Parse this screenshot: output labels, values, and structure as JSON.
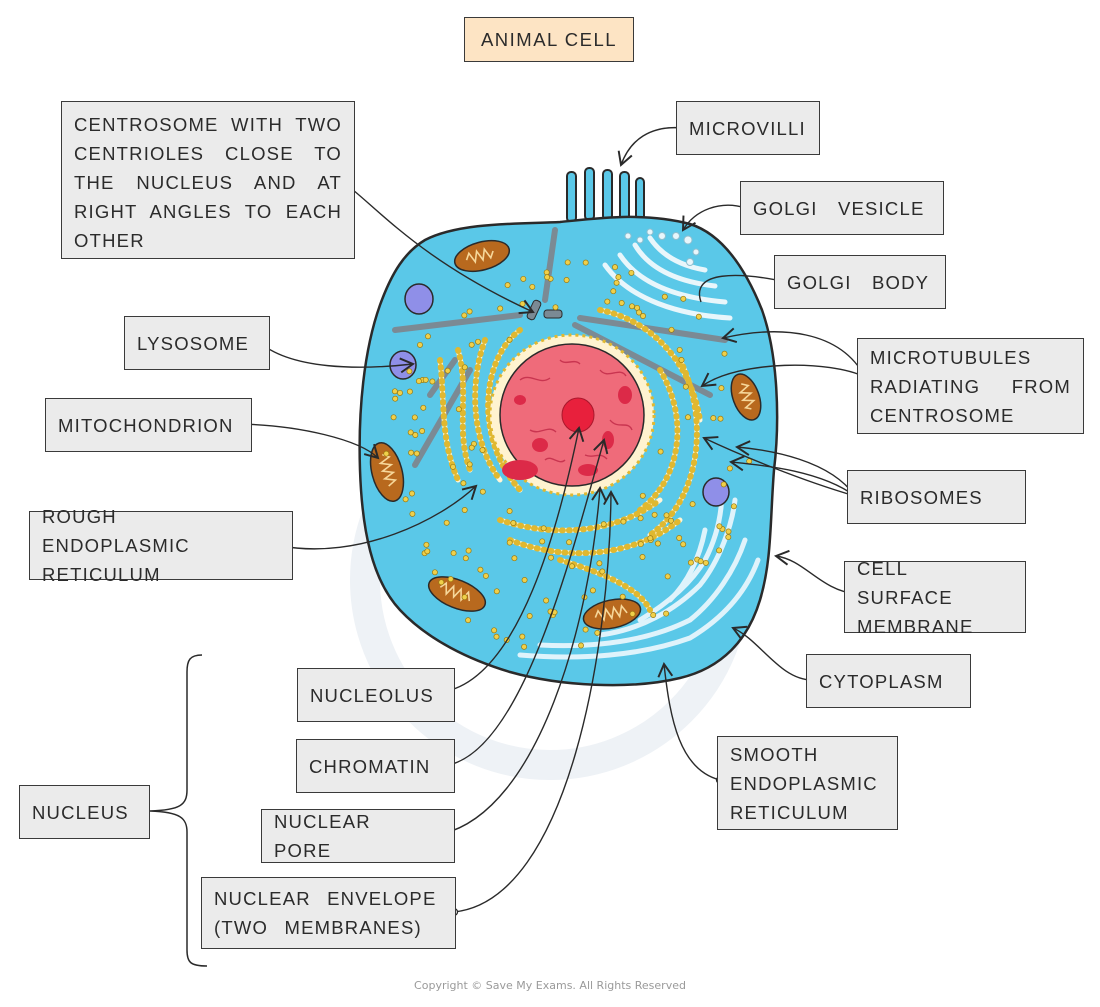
{
  "title": "ANIMAL CELL",
  "labels": {
    "centrosome": "CENTROSOME WITH TWO CENTRIOLES CLOSE TO THE NUCLEUS AND AT RIGHT ANGLES TO EACH OTHER",
    "lysosome": "LYSOSOME",
    "mitochondrion": "MITOCHONDRION",
    "rough_er": "ROUGH ENDOPLASMIC RETICULUM",
    "nucleus": "NUCLEUS",
    "nucleolus": "NUCLEOLUS",
    "chromatin": "CHROMATIN",
    "nuclear_pore": "NUCLEAR PORE",
    "nuclear_envelope": "NUCLEAR ENVELOPE (TWO MEMBRANES)",
    "microvilli": "MICROVILLI",
    "golgi_vesicle": "GOLGI VESICLE",
    "golgi_body": "GOLGI BODY",
    "microtubules": "MICROTUBULES RADIATING FROM CENTROSOME",
    "ribosomes": "RIBOSOMES",
    "cell_surface_membrane": "CELL SURFACE MEMBRANE",
    "cytoplasm": "CYTOPLASM",
    "smooth_er": "SMOOTH ENDOPLASMIC RETICULUM"
  },
  "copyright": "Copyright © Save My Exams. All Rights Reserved",
  "colors": {
    "cytoplasm": "#5ac8e8",
    "membrane": "#2a2a2a",
    "nucleus": "#ef6b7a",
    "nucleolus": "#e8203c",
    "mitochondrion": "#b8691e",
    "lysosome": "#8f8fe8",
    "ribosome": "#f0d04a",
    "label_bg": "#ebebeb",
    "title_bg": "#fde4c4"
  }
}
